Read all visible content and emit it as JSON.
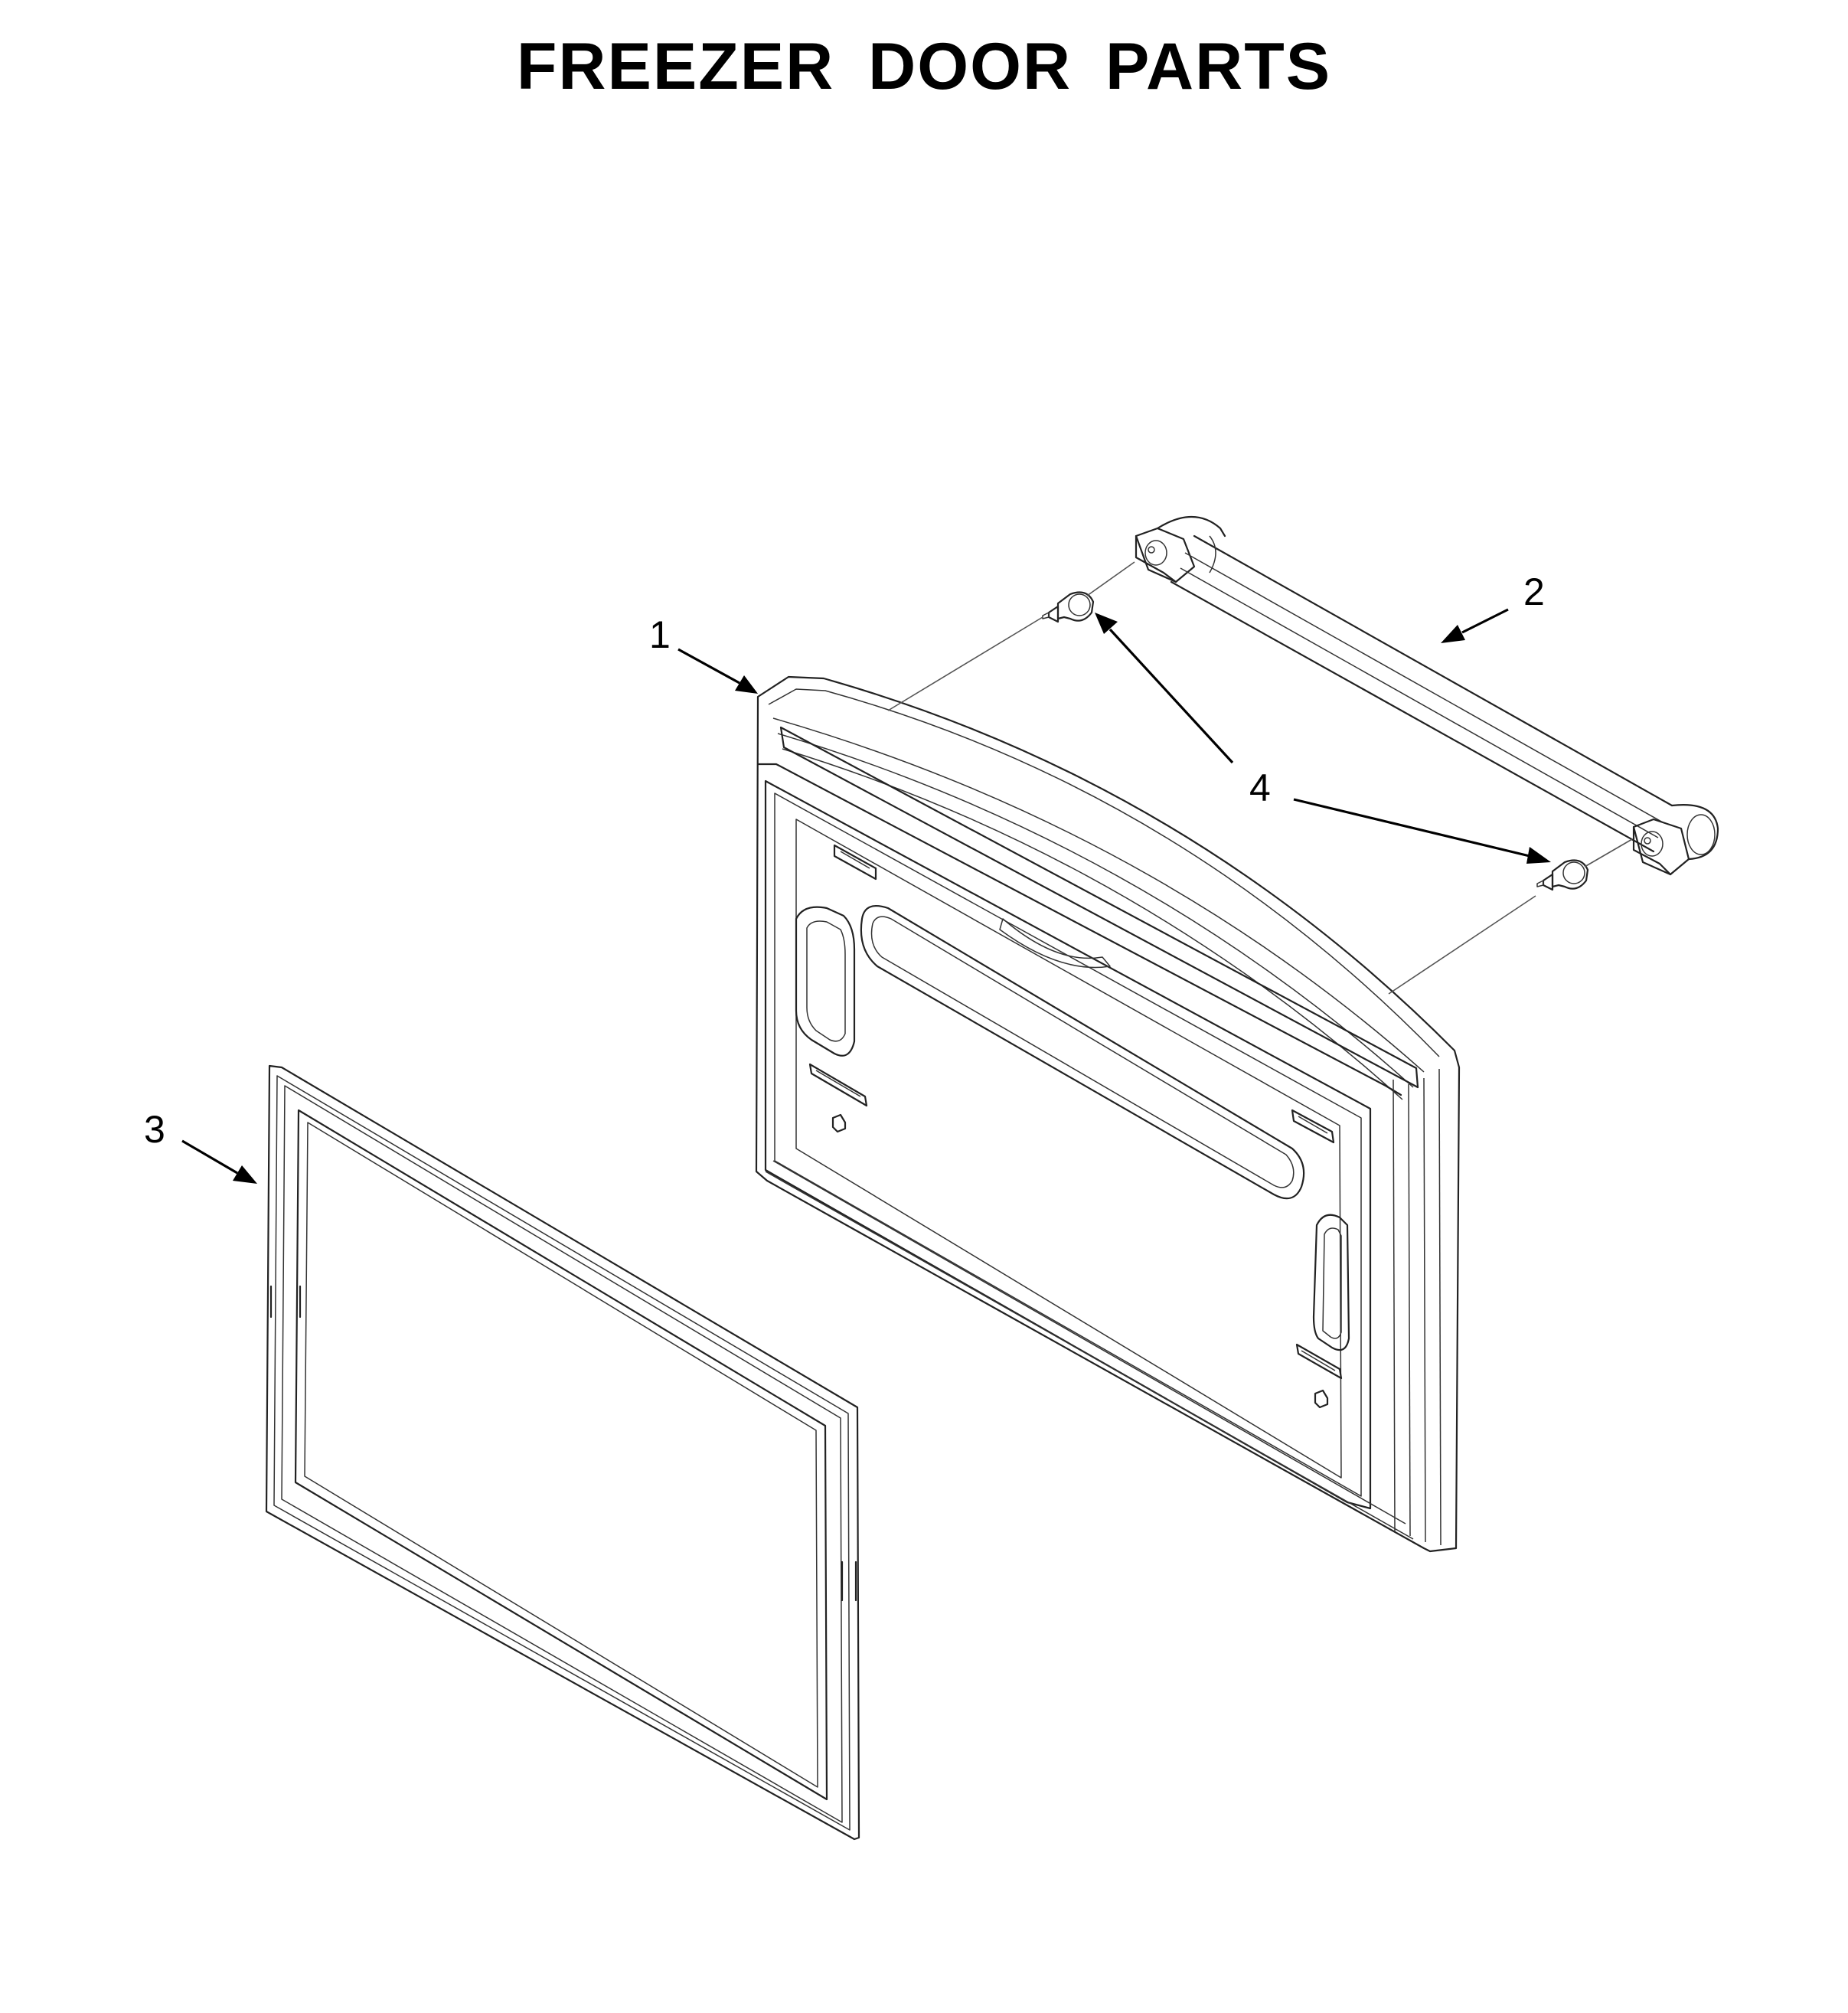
{
  "title": "FREEZER DOOR PARTS",
  "callouts": {
    "door_assembly": "1",
    "handle": "2",
    "gasket": "3",
    "handle_studs": "4"
  },
  "colors": {
    "line": "#222222",
    "arrow": "#000000",
    "background": "#ffffff"
  }
}
